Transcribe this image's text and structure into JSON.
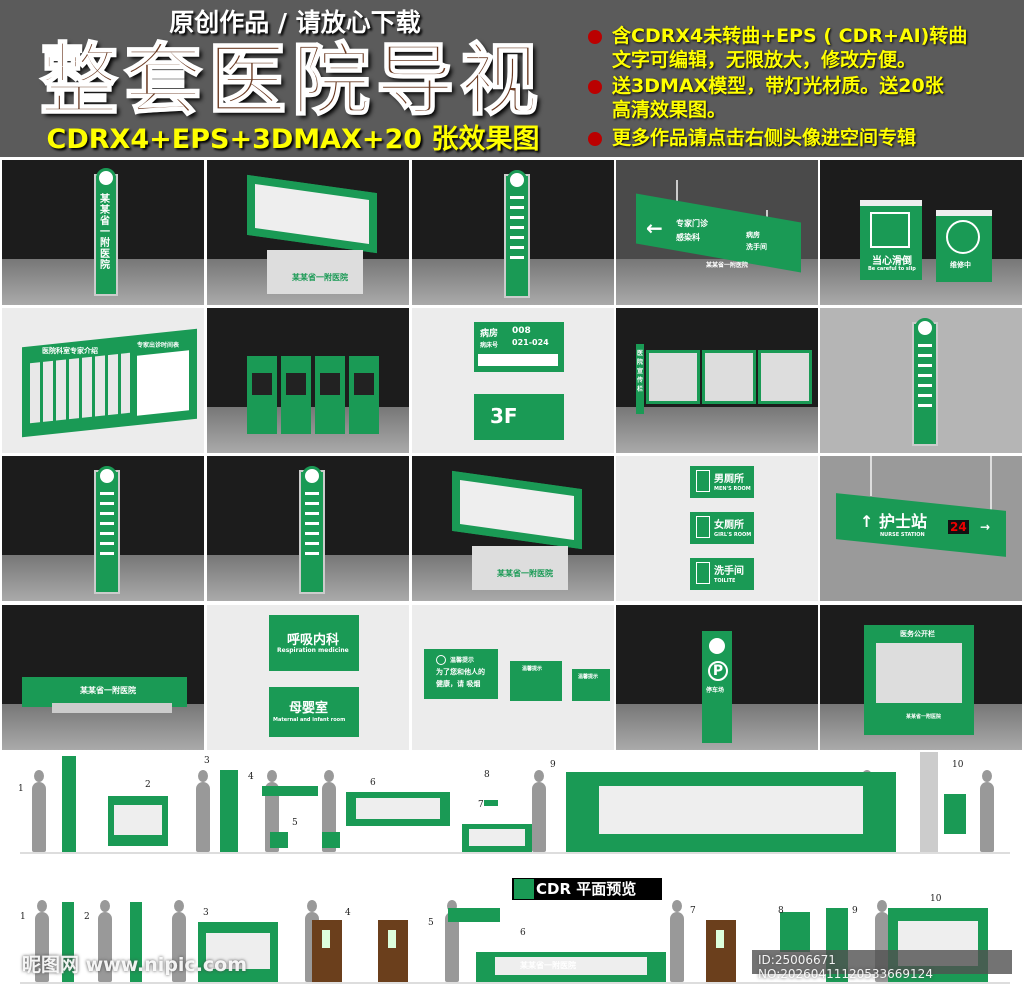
{
  "header": {
    "subtitle": "原创作品 / 请放心下载",
    "title": "整套医院导视",
    "formats": "CDRX4+EPS+3DMAX+20 张效果图",
    "bullets": [
      {
        "line1": "含CDRX4未转曲+EPS ( CDR+AI)转曲",
        "line2": "文字可编辑，无限放大，修改方便。"
      },
      {
        "line1": "送3DMAX模型，带灯光材质。送20张",
        "line2": "高清效果图。"
      },
      {
        "line1": "更多作品请点击右侧头像进空间专辑",
        "line2": ""
      }
    ]
  },
  "colors": {
    "brand_green": "#1a9a55",
    "title_brown": "#6b3a22",
    "highlight_yellow": "#ffff00",
    "bullet_red": "#bb0000"
  },
  "thumbnails": [
    {
      "kind": "pylon",
      "bg": "dark",
      "texts": [
        "某某省一附医院"
      ]
    },
    {
      "kind": "board",
      "bg": "dark",
      "texts": [
        "某某省一附医院"
      ]
    },
    {
      "kind": "pylon-list",
      "bg": "dark",
      "texts": []
    },
    {
      "kind": "hanging",
      "bg": "mid",
      "texts": [
        "专家门诊",
        "感染科",
        "病房",
        "洗手间",
        "某某省一附医院"
      ]
    },
    {
      "kind": "aframe",
      "bg": "dark",
      "texts": [
        "当心滑倒",
        "Be careful to slip",
        "维修中"
      ]
    },
    {
      "kind": "panel",
      "bg": "light",
      "texts": [
        "医院科室专家介绍",
        "专家出诊时间表"
      ]
    },
    {
      "kind": "bins",
      "bg": "dark",
      "texts": []
    },
    {
      "kind": "plaques",
      "bg": "light",
      "texts": [
        "病房",
        "008",
        "病床号",
        "021-024",
        "3F"
      ]
    },
    {
      "kind": "shelter",
      "bg": "dark",
      "texts": [
        "医院宣传栏"
      ]
    },
    {
      "kind": "pylon-list",
      "bg": "elevator",
      "texts": []
    },
    {
      "kind": "pylon-list",
      "bg": "dark",
      "texts": []
    },
    {
      "kind": "pylon-list",
      "bg": "dark",
      "texts": []
    },
    {
      "kind": "board",
      "bg": "dark",
      "texts": [
        "某某省一附医院"
      ]
    },
    {
      "kind": "toilets",
      "bg": "light",
      "texts": [
        "男厕所",
        "MEN'S ROOM",
        "女厕所",
        "GIRL'S ROOM",
        "洗手间",
        "TOILITE"
      ]
    },
    {
      "kind": "nurse",
      "bg": "gray",
      "texts": [
        "↑ 护士站",
        "NURSE STATION",
        "24",
        "→"
      ]
    },
    {
      "kind": "wide",
      "bg": "dark",
      "texts": [
        "某某省一附医院"
      ]
    },
    {
      "kind": "dept",
      "bg": "light",
      "texts": [
        "呼吸内科",
        "Respiration medicine",
        "母婴室",
        "Maternal and infant room"
      ]
    },
    {
      "kind": "nosmoke",
      "bg": "light",
      "texts": [
        "温馨提示",
        "为了您和他人的",
        "健康，请  吸烟",
        "温馨提示",
        "温馨提示"
      ]
    },
    {
      "kind": "parking",
      "bg": "dark",
      "texts": [
        "P",
        "停车场"
      ]
    },
    {
      "kind": "bulletin",
      "bg": "dark",
      "texts": [
        "医务公开栏",
        "某某省一附医院"
      ]
    }
  ],
  "elevation_3d": {
    "numbers": [
      "1",
      "2",
      "3",
      "4",
      "5",
      "6",
      "7",
      "8",
      "9",
      "10"
    ]
  },
  "elevation_cdr": {
    "label": "CDR 平面预览",
    "numbers": [
      "1",
      "2",
      "3",
      "4",
      "5",
      "6",
      "7",
      "8",
      "9",
      "10"
    ],
    "hospital": "某某省一附医院"
  },
  "watermark": {
    "site": "昵图网 www.nipic.com",
    "id": "ID:25006671 NO:20260411120533669124"
  }
}
